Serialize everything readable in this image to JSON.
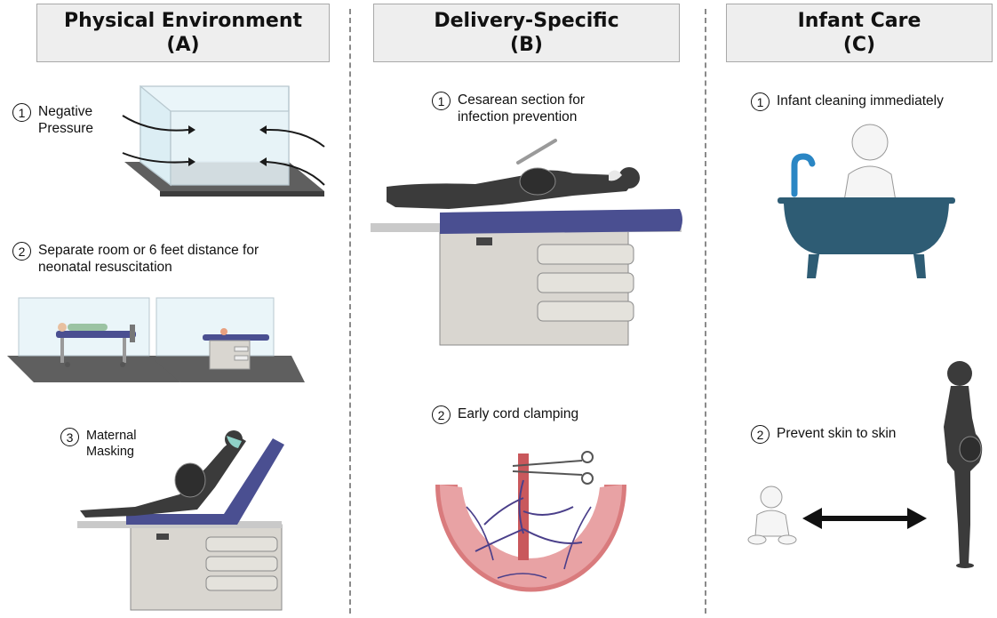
{
  "sections": [
    {
      "title": "Physical Environment",
      "letter": "(A)",
      "items": [
        {
          "num": "1",
          "label": "Negative\nPressure"
        },
        {
          "num": "2",
          "label": "Separate room or 6 feet distance for\nneonatal resuscitation"
        },
        {
          "num": "3",
          "label": "Maternal\nMasking"
        }
      ]
    },
    {
      "title": "Delivery-Specific",
      "letter": "(B)",
      "items": [
        {
          "num": "1",
          "label": "Cesarean section for\ninfection prevention"
        },
        {
          "num": "2",
          "label": "Early cord clamping"
        }
      ]
    },
    {
      "title": "Infant Care",
      "letter": "(C)",
      "items": [
        {
          "num": "1",
          "label": "Infant cleaning immediately"
        },
        {
          "num": "2",
          "label": "Prevent skin to skin"
        }
      ]
    }
  ],
  "colors": {
    "header_bg": "#eeeeee",
    "bed_pad": "#4a4f91",
    "cabinet": "#d9d6d0",
    "figure": "#3b3b3b",
    "tub": "#2e5c74",
    "faucet": "#2a86c4",
    "placenta": "#e8a2a4"
  }
}
